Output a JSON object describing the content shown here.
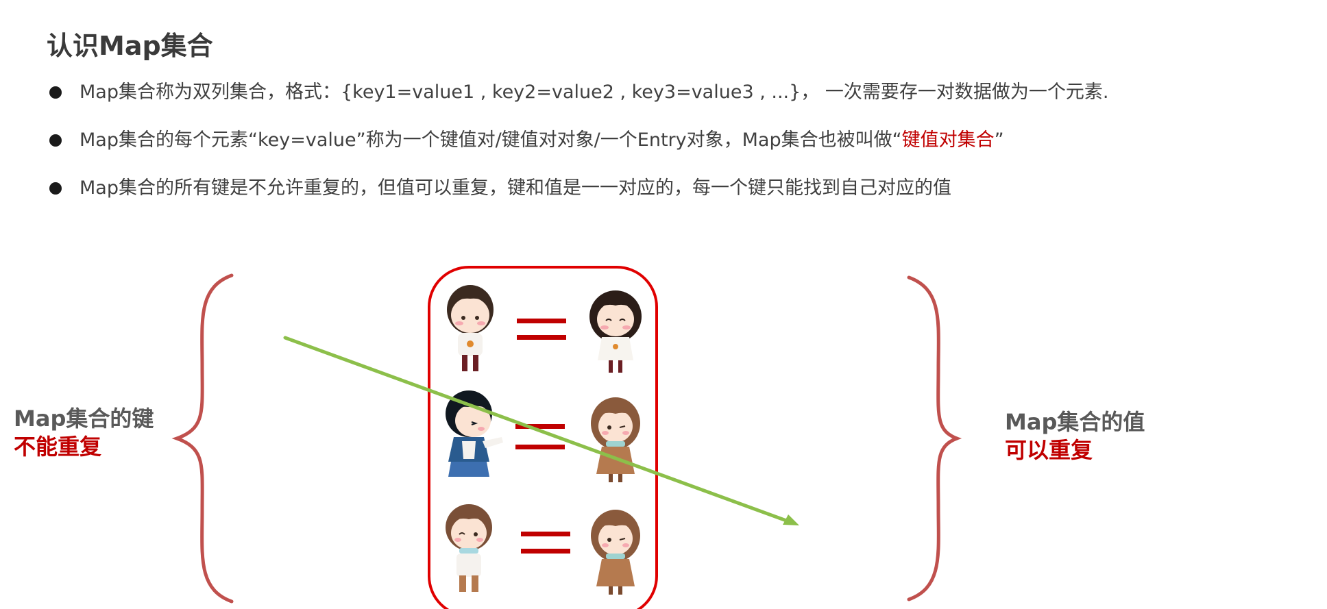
{
  "title": "认识Map集合",
  "bullets": [
    {
      "text": "Map集合称为双列集合，格式：{key1=value1 , key2=value2 , key3=value3 , ...}， 一次需要存一对数据做为一个元素.",
      "highlight": ""
    },
    {
      "text": "Map集合的每个元素“key=value”称为一个键值对/键值对对象/一个Entry对象，Map集合也被叫做“",
      "highlight": "键值对集合",
      "tail": "”"
    },
    {
      "text": "Map集合的所有键是不允许重复的，但值可以重复，键和值是一一对应的，每一个键只能找到自己对应的值",
      "highlight": ""
    }
  ],
  "left_label": {
    "line1": "Map集合的键",
    "line2": "不能重复"
  },
  "right_label": {
    "line1": "Map集合的值",
    "line2": "可以重复"
  },
  "diagram": {
    "pairs": [
      {
        "key": "boy-1",
        "value": "girl-1"
      },
      {
        "key": "boy-2",
        "value": "girl-2"
      },
      {
        "key": "boy-3",
        "value": "girl-2"
      }
    ],
    "colors": {
      "brace": "#c0504d",
      "box": "#e00000",
      "equals": "#c00000",
      "arrow": "#8cbf4a",
      "highlight": "#c00000"
    }
  }
}
